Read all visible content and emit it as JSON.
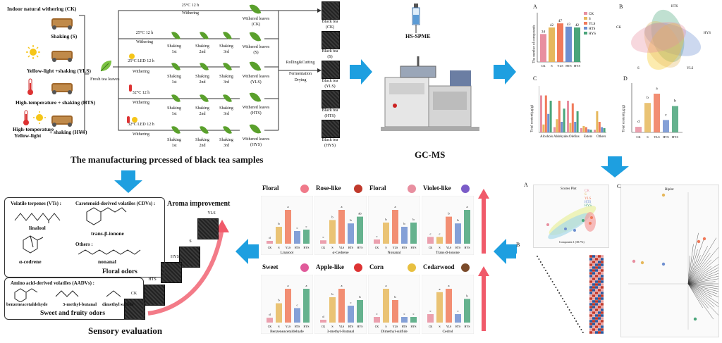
{
  "process": {
    "groups": [
      {
        "label": "Indoor natural withering (CK)"
      },
      {
        "label": "Shaking (S)"
      },
      {
        "label": "Yellow-light +shaking (YLS)"
      },
      {
        "label": "High-temperature + shaking (HTS)"
      },
      {
        "label_line1": "High-temperature",
        "label_line2": "Yellow-light",
        "label_line3": "+ shaking (HYS)"
      }
    ],
    "fresh_leaves": "Fresh tea leaves",
    "rows": [
      {
        "cond": "25°C 12 h",
        "step": "Withering",
        "withered": "Withered leaves",
        "code": "(CK)",
        "tea": "Black tea",
        "tea_code": "(CK)"
      },
      {
        "cond": "25°C 12 h",
        "step": "Withering",
        "withered": "Withered leaves",
        "code": "(S)",
        "tea": "Black tea",
        "tea_code": "(S)"
      },
      {
        "cond": "25°C LED 12 h",
        "step": "Withering",
        "withered": "Withered leaves",
        "code": "(YLS)",
        "tea": "Black tea",
        "tea_code": "(YLS)"
      },
      {
        "cond": "32°C 12 h",
        "step": "Withering",
        "withered": "Withered leaves",
        "code": "(HTS)",
        "tea": "Black tea",
        "tea_code": "(HTS)"
      },
      {
        "cond": "32°C LED 12 h",
        "step": "Withering",
        "withered": "Withered leaves",
        "code": "(HYS)",
        "tea": "Black tea",
        "tea_code": "(HYS)"
      }
    ],
    "shaking": [
      "Shaking",
      "1st",
      "Shaking",
      "2nd",
      "Shaking",
      "3rd"
    ],
    "mid_steps": [
      "Rolling&Cutting",
      "Fermentation",
      "Drying"
    ],
    "caption": "The manufacturing prcessed of black tea samples"
  },
  "gcms": {
    "hs": "HS-SPME",
    "label": "GC-MS"
  },
  "panel_a": {
    "letter": "A",
    "ylabel": "The number of compounds",
    "categories": [
      "CK",
      "S",
      "YLS",
      "HTS",
      "HYS"
    ],
    "values": [
      34,
      42,
      47,
      43,
      42
    ],
    "colors": [
      "#e88fa0",
      "#e6b85c",
      "#f07a5a",
      "#6e8fd0",
      "#4aa57a"
    ],
    "legend": [
      "CK",
      "S",
      "YLS",
      "HTS",
      "HYS"
    ]
  },
  "panel_b": {
    "letter": "B",
    "labels": [
      "HTS",
      "HYS",
      "YLS",
      "S",
      "CK"
    ]
  },
  "panel_c": {
    "letter": "C",
    "ylabel": "Total content(μg/g)",
    "groups": [
      "Alcohols",
      "Aldehydes",
      "Olefins",
      "Esters",
      "Others"
    ],
    "values": [
      [
        70,
        15,
        70,
        35,
        60
      ],
      [
        10,
        25,
        60,
        20,
        45
      ],
      [
        60,
        18,
        55,
        20,
        40
      ],
      [
        8,
        12,
        10,
        6,
        5
      ],
      [
        5,
        40,
        20,
        10,
        8
      ]
    ]
  },
  "panel_d": {
    "letter": "D",
    "ylabel": "Total content(μg/g)",
    "categories": [
      "CK",
      "S",
      "YLS",
      "HTS",
      "HYS"
    ],
    "values": [
      18,
      95,
      125,
      40,
      85
    ],
    "sig": [
      "d",
      "b",
      "a",
      "c",
      "b"
    ],
    "ymax": 150
  },
  "pca": {
    "letter": "A",
    "title": "Scores Plot",
    "groups": [
      "CK",
      "S",
      "YLS",
      "HTS",
      "HYS"
    ],
    "xlabel": "Component 1 (38.7%)",
    "ylabel": "Component 2 (23.9%)"
  },
  "heat": {
    "letter": "B"
  },
  "biplot": {
    "letter": "C",
    "title": "Biplot"
  },
  "bar_charts": [
    {
      "odor": "Floral",
      "compound": "Linalool",
      "values": [
        1,
        6,
        12,
        4.5,
        5
      ],
      "sig": [
        "d",
        "b",
        "a",
        "c",
        "c"
      ]
    },
    {
      "odor": "Rose-like",
      "compound": "α-Cedrene",
      "values": [
        1,
        7,
        10,
        6,
        8
      ],
      "sig": [
        "c",
        "b",
        "a",
        "b",
        "ab"
      ]
    },
    {
      "odor": "Floral",
      "compound": "Nonanal",
      "values": [
        1,
        5,
        8,
        4,
        5
      ],
      "sig": [
        "c",
        "b",
        "a",
        "b",
        "b"
      ]
    },
    {
      "odor": "Violet-like",
      "compound": "Trans-β-ionone",
      "values": [
        1,
        1,
        4,
        3,
        5
      ],
      "sig": [
        "c",
        "c",
        "b",
        "b",
        "a"
      ]
    },
    {
      "odor": "Sweet",
      "compound": "Benzeneacetaldehyde",
      "values": [
        1,
        4,
        7,
        3,
        7
      ],
      "sig": [
        "d",
        "b",
        "a",
        "c",
        "a"
      ]
    },
    {
      "odor": "Apple-like",
      "compound": "3-methyl-Butanal",
      "values": [
        1,
        9,
        12,
        6,
        8
      ],
      "sig": [
        "d",
        "b",
        "a",
        "c",
        "b"
      ]
    },
    {
      "odor": "Corn",
      "compound": "Dimethyl-sulfide",
      "values": [
        1,
        6,
        4,
        1,
        1
      ],
      "sig": [
        "c",
        "a",
        "b",
        "c",
        "c"
      ]
    },
    {
      "odor": "Cedarwood",
      "compound": "Cedrol",
      "values": [
        5,
        18,
        20,
        5,
        14
      ],
      "sig": [
        "c",
        "a",
        "a",
        "c",
        "b"
      ]
    }
  ],
  "bar_xlabels": [
    "CK",
    "S",
    "YLS",
    "HTS",
    "HYS"
  ],
  "sensory": {
    "aroma_title": "Aroma improvement",
    "samples": [
      "YLS",
      "S",
      "HYS",
      "HTS",
      "CK"
    ],
    "caption": "Sensory evaluation"
  },
  "odors": {
    "vt_title": "Volatile terpenes (VTs) :",
    "cdv_title": "Carotenoid-derived volatiles (CDVs) :",
    "linalool": "linalool",
    "ionone": "trans-β-ionone",
    "cedrene": "α-cedrene",
    "others": "Others :",
    "nonanal": "nonanal",
    "floral": "Floral odors",
    "aadv_title": "Amino acid-derived volatiles (AADVs) :",
    "benz": "benzeneacetaldehyde",
    "butanal": "3-methyl-butanal",
    "dms": "dimethyl sulfide",
    "sweet": "Sweet and fruity odors"
  }
}
